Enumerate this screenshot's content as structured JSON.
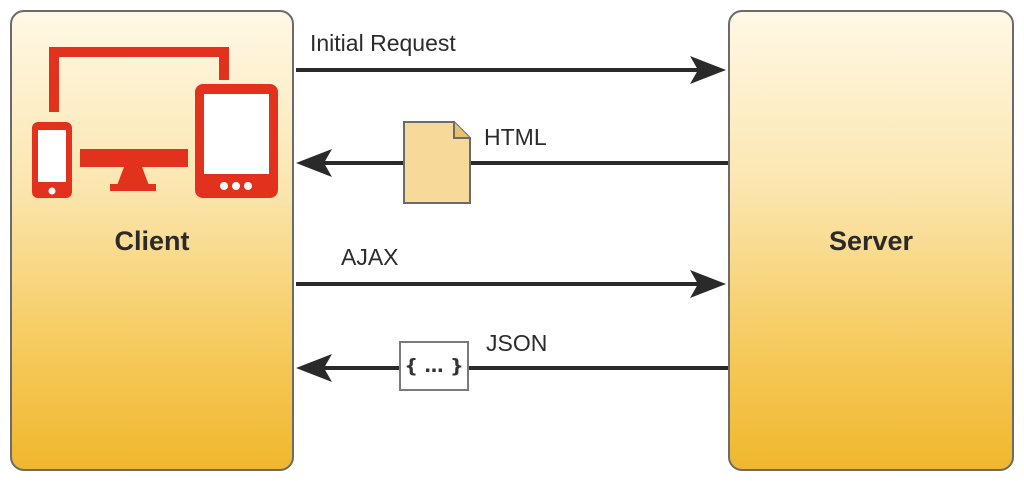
{
  "client": {
    "label": "Client"
  },
  "server": {
    "label": "Server"
  },
  "messages": [
    {
      "label": "Initial Request",
      "direction": "client-to-server"
    },
    {
      "label": "HTML",
      "direction": "server-to-client",
      "payload_icon": "document-icon"
    },
    {
      "label": "AJAX",
      "direction": "client-to-server"
    },
    {
      "label": "JSON",
      "direction": "server-to-client",
      "payload_text": "{ … }"
    }
  ],
  "colors": {
    "device_red": "#e2311d",
    "box_gradient_top": "#fff8e6",
    "box_gradient_bottom": "#f0b72e",
    "arrow": "#2a2a2a",
    "document_fill": "#f7d99a"
  }
}
